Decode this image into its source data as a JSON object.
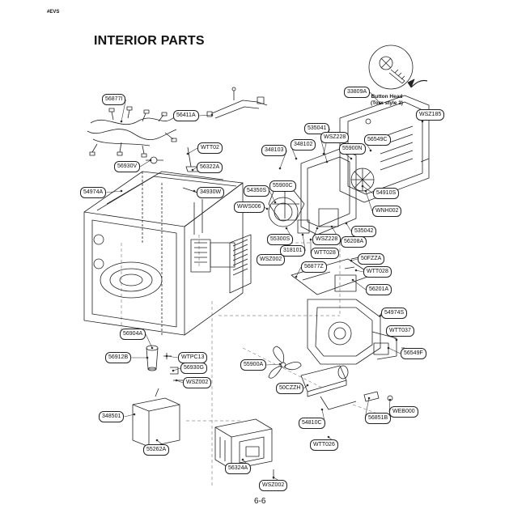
{
  "header": {
    "corner_code": "#EVS",
    "title": "INTERIOR PARTS"
  },
  "footer": {
    "page_number": "6-6"
  },
  "note": {
    "line1": "Button Head",
    "line2": "(Torx style 2)"
  },
  "parts": [
    {
      "id": "p1",
      "label": "56877I"
    },
    {
      "id": "p2",
      "label": "56411A"
    },
    {
      "id": "p3",
      "label": "33809A"
    },
    {
      "id": "p4",
      "label": "WSZ185"
    },
    {
      "id": "p5",
      "label": "535041"
    },
    {
      "id": "p6",
      "label": "WSZ228"
    },
    {
      "id": "p7",
      "label": "56549C"
    },
    {
      "id": "p8",
      "label": "348103"
    },
    {
      "id": "p9",
      "label": "348102"
    },
    {
      "id": "p10",
      "label": "55900N"
    },
    {
      "id": "p11",
      "label": "WTT02"
    },
    {
      "id": "p12",
      "label": "56322A"
    },
    {
      "id": "p13",
      "label": "56930V"
    },
    {
      "id": "p14",
      "label": "34930W"
    },
    {
      "id": "p15",
      "label": "54974A"
    },
    {
      "id": "p16",
      "label": "54350S"
    },
    {
      "id": "p17",
      "label": "55900C"
    },
    {
      "id": "p18",
      "label": "54910S"
    },
    {
      "id": "p19",
      "label": "WNH002"
    },
    {
      "id": "p20",
      "label": "WWS006"
    },
    {
      "id": "p21",
      "label": "535042"
    },
    {
      "id": "p22",
      "label": "55300S"
    },
    {
      "id": "p23",
      "label": "WSZ228"
    },
    {
      "id": "p24",
      "label": "56208A"
    },
    {
      "id": "p25",
      "label": "318101"
    },
    {
      "id": "p26",
      "label": "WTT028"
    },
    {
      "id": "p27",
      "label": "WSZ002"
    },
    {
      "id": "p28",
      "label": "50FZZA"
    },
    {
      "id": "p29",
      "label": "56877Z"
    },
    {
      "id": "p30",
      "label": "WTT028"
    },
    {
      "id": "p31",
      "label": "56201A"
    },
    {
      "id": "p32",
      "label": "54974S"
    },
    {
      "id": "p33",
      "label": "56904A"
    },
    {
      "id": "p34",
      "label": "WTT037"
    },
    {
      "id": "p35",
      "label": "56912B"
    },
    {
      "id": "p36",
      "label": "WTPC13"
    },
    {
      "id": "p37",
      "label": "56930G"
    },
    {
      "id": "p38",
      "label": "56549F"
    },
    {
      "id": "p39",
      "label": "55900A"
    },
    {
      "id": "p40",
      "label": "WSZ002"
    },
    {
      "id": "p41",
      "label": "50CZZH"
    },
    {
      "id": "p42",
      "label": "WEB000"
    },
    {
      "id": "p43",
      "label": "56851B"
    },
    {
      "id": "p44",
      "label": "348501"
    },
    {
      "id": "p45",
      "label": "54810C"
    },
    {
      "id": "p46",
      "label": "WTT026"
    },
    {
      "id": "p47",
      "label": "55262A"
    },
    {
      "id": "p48",
      "label": "56324A"
    },
    {
      "id": "p49",
      "label": "WSZ002"
    }
  ]
}
